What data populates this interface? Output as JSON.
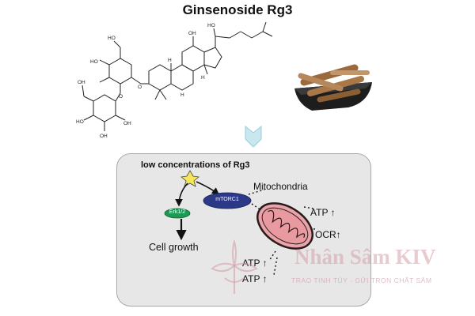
{
  "title": "Ginsenoside Rg3",
  "molecule": {
    "labels": [
      "HO",
      "OH",
      "O",
      "OH",
      "HO",
      "HO",
      "OH",
      "OH",
      "O",
      "H",
      "H",
      "H"
    ]
  },
  "panel": {
    "heading": "low concentrations of Rg3",
    "node_erk": "Erk1/2",
    "node_mtorc": "mTORC1",
    "mitochondria_label": "Mitochondria",
    "cell_growth": "Cell growth",
    "atp_right": "ATP",
    "ocr_right": "OCR",
    "atp_bottom_1": "ATP",
    "atp_bottom_2": "ATP",
    "up_arrow": "↑"
  },
  "watermark": {
    "name": "Nhân Sâm KIV",
    "slogan": "TRAO TINH TÚY - GỬI TRỌN CHẤT SÂM"
  },
  "colors": {
    "star": "#f5e65a",
    "erk": "#1a9a55",
    "mtorc": "#2b3987",
    "mito_fill": "#e9a3aa",
    "mito_stroke": "#2a1a1a",
    "chevron": "#b9dfe8",
    "watermark": "#d6a0a8"
  }
}
